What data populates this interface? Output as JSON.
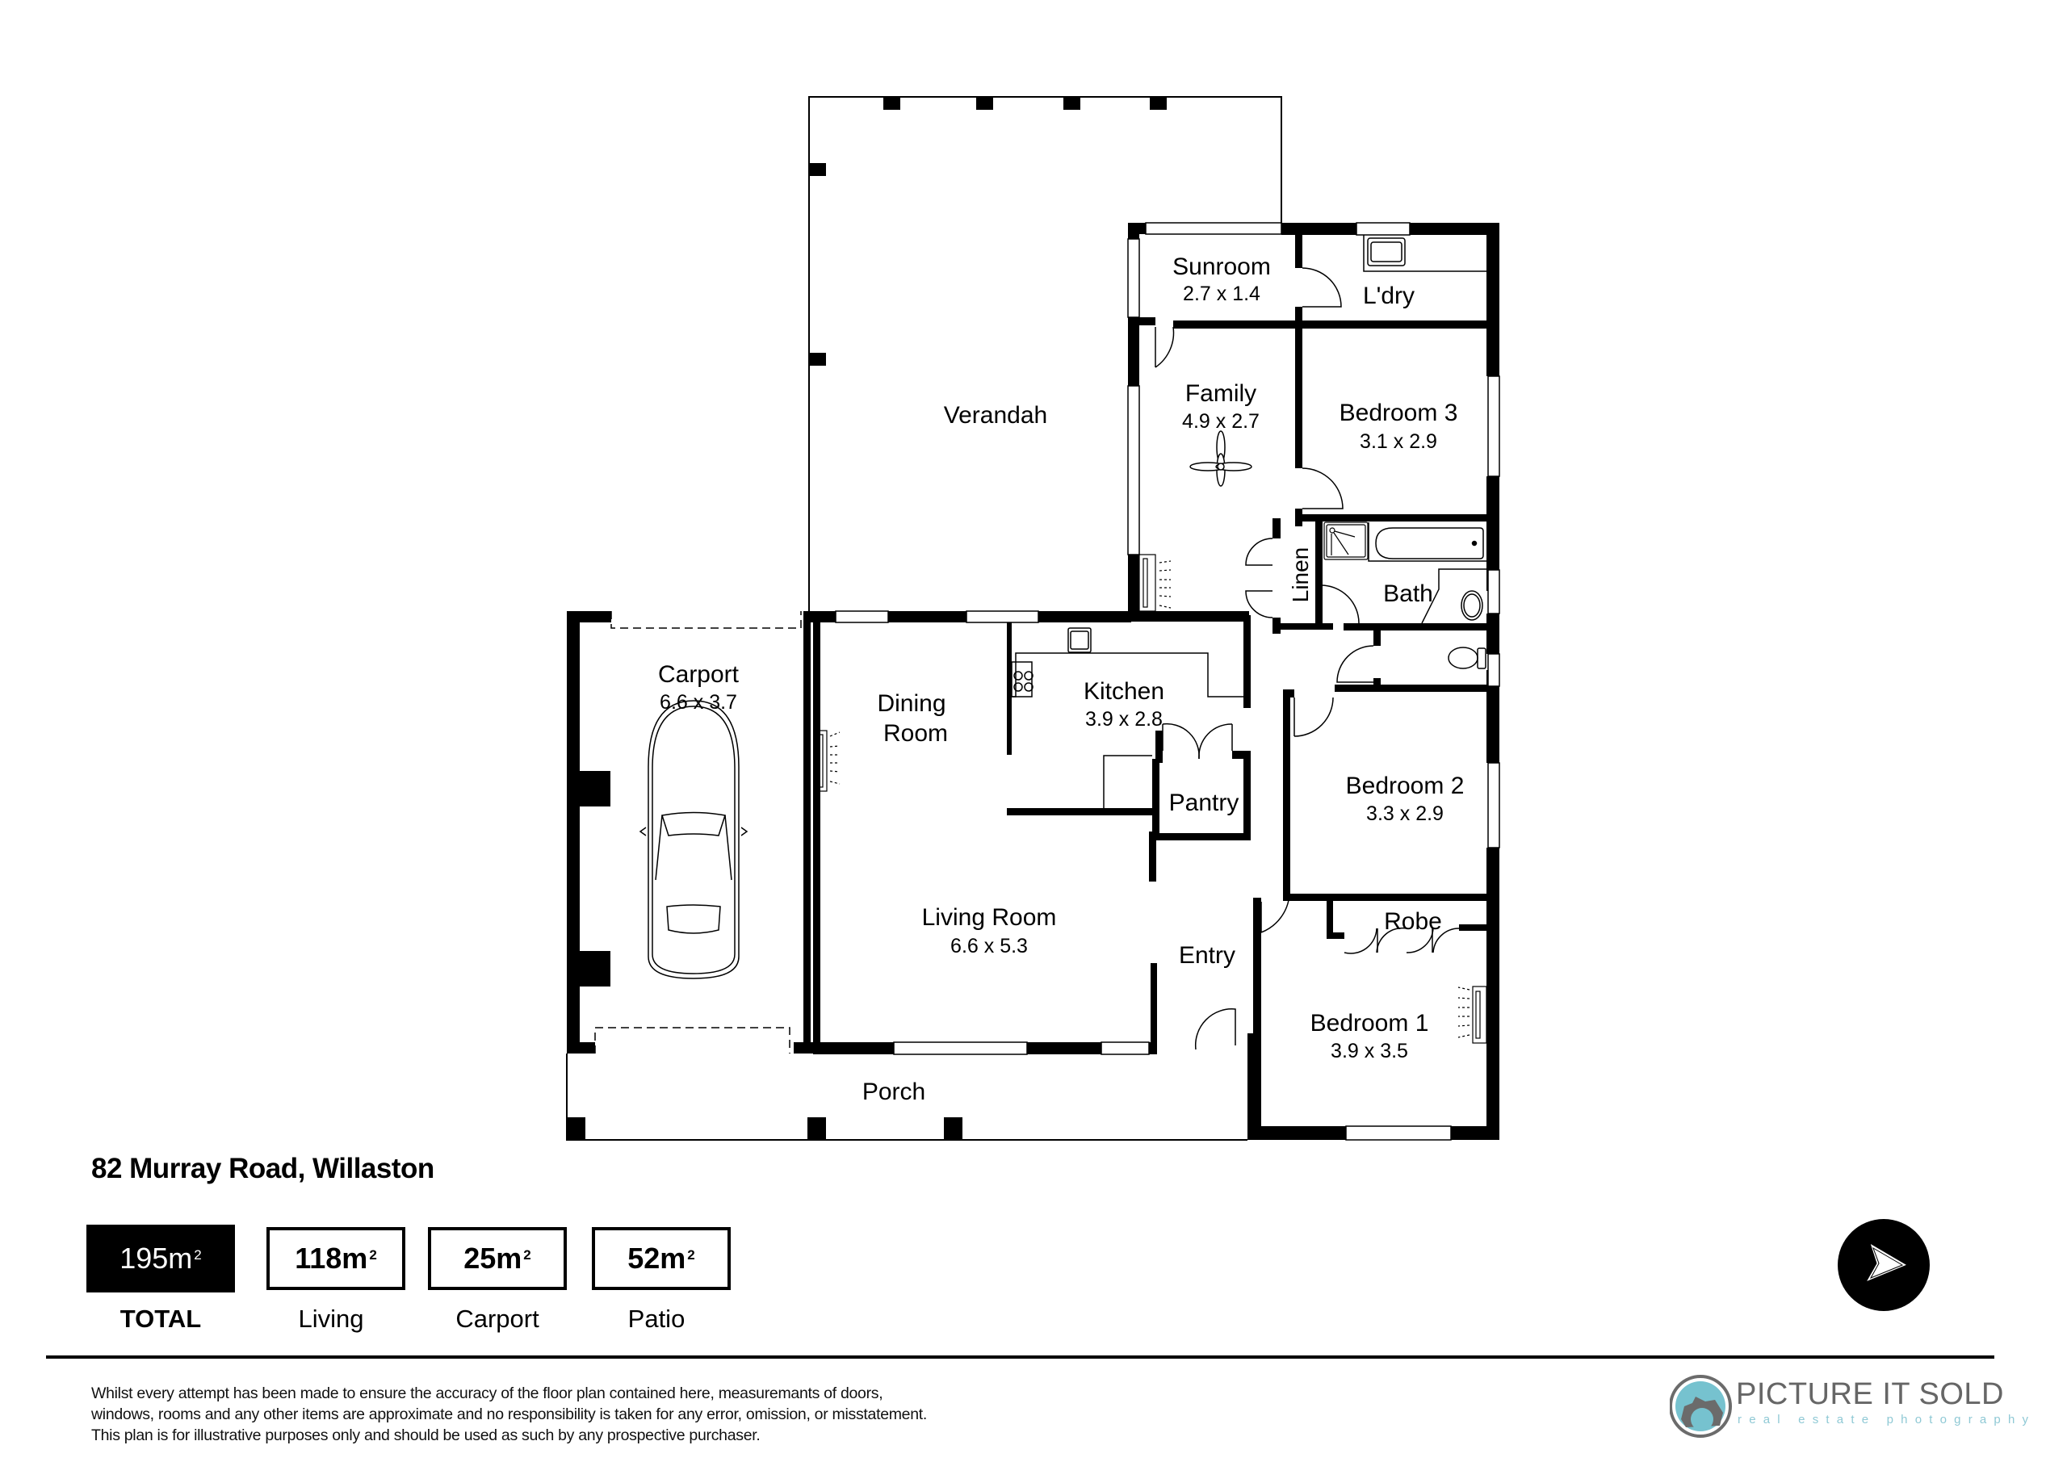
{
  "plan": {
    "rooms": {
      "verandah": {
        "label": "Verandah"
      },
      "sunroom": {
        "label": "Sunroom",
        "dims": "2.7 x 1.4"
      },
      "laundry": {
        "label": "L'dry"
      },
      "family": {
        "label": "Family",
        "dims": "4.9 x 2.7"
      },
      "bedroom3": {
        "label": "Bedroom 3",
        "dims": "3.1 x 2.9"
      },
      "linen": {
        "label": "Linen"
      },
      "bath": {
        "label": "Bath"
      },
      "carport": {
        "label": "Carport",
        "dims": "6.6 x 3.7"
      },
      "dining": {
        "label_line1": "Dining",
        "label_line2": "Room"
      },
      "kitchen": {
        "label": "Kitchen",
        "dims": "3.9 x 2.8"
      },
      "pantry": {
        "label": "Pantry"
      },
      "bedroom2": {
        "label": "Bedroom 2",
        "dims": "3.3 x 2.9"
      },
      "living": {
        "label": "Living Room",
        "dims": "6.6 x 5.3"
      },
      "entry": {
        "label": "Entry"
      },
      "robe": {
        "label": "Robe"
      },
      "bedroom1": {
        "label": "Bedroom 1",
        "dims": "3.9 x 3.5"
      },
      "porch": {
        "label": "Porch"
      }
    },
    "fixtures": [
      "ceiling-fan",
      "car",
      "cooktop",
      "kitchen-sink",
      "laundry-tub",
      "shower",
      "bathtub",
      "basin",
      "toilet",
      "air-conditioner"
    ]
  },
  "footer": {
    "address": "82 Murray Road, Willaston",
    "stats": [
      {
        "value": "195m",
        "sup": "2",
        "label": "TOTAL"
      },
      {
        "value": "118m",
        "sup": "2",
        "label": "Living"
      },
      {
        "value": "25m",
        "sup": "2",
        "label": "Carport"
      },
      {
        "value": "52m",
        "sup": "2",
        "label": "Patio"
      }
    ],
    "disclaimer_lines": [
      "Whilst every attempt has been made to ensure the accuracy of the floor plan contained here, measuremants of doors,",
      "windows, rooms and any other items are approximate and no responsibility is taken for any error, omission, or misstatement.",
      "This plan is for illustrative purposes only and should be used as such by any prospective purchaser."
    ],
    "compass_icon": "north-arrow-icon",
    "logo": {
      "name": "PICTURE IT SOLD",
      "tagline": "real estate photography",
      "colors": {
        "gray": "#6b6b6b",
        "teal": "#76c2cf"
      }
    }
  }
}
